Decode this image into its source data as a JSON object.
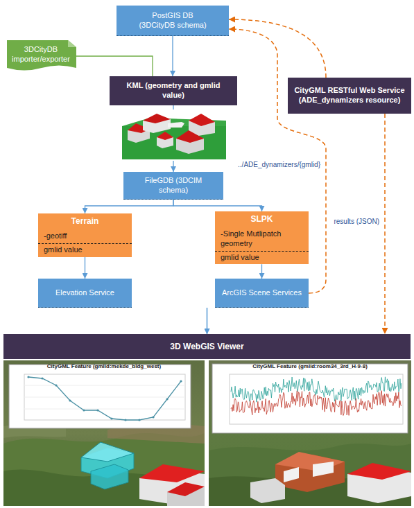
{
  "diagram": {
    "nodes": [
      {
        "text": [
          "PostGIS DB (3DCityDB schema)"
        ]
      },
      {
        "text": [
          "3DCityDB importer/exporter"
        ]
      },
      {
        "text": [
          "KML (geometry and gmlid value)"
        ]
      },
      {
        "text": [
          "CityGML RESTful Web Service (ADE_dynamizers resource)"
        ]
      },
      {
        "text": [
          "FileGDB (3DCIM schema)"
        ]
      },
      {
        "text": [
          "Terrain",
          "-geotiff",
          "gmlid value"
        ]
      },
      {
        "text": [
          "SLPK",
          "-Single Mutlipatch geometry",
          "gmlid value"
        ]
      },
      {
        "text": [
          "Elevation Service"
        ]
      },
      {
        "text": [
          "ArcGIS Scene Services"
        ]
      },
      {
        "text": [
          "3D WebGIS Viewer"
        ]
      }
    ],
    "edges": [
      {
        "from": 0,
        "to": 2,
        "arrow": "to"
      },
      {
        "from": 1,
        "to": 2,
        "arrow": "none"
      },
      {
        "from": 2,
        "to": 4,
        "arrow": "to"
      },
      {
        "from": 4,
        "to": 5,
        "arrow": "to"
      },
      {
        "from": 4,
        "to": 6,
        "arrow": "to"
      },
      {
        "from": 5,
        "to": 7,
        "arrow": "to"
      },
      {
        "from": 6,
        "to": 8,
        "arrow": "to"
      },
      {
        "from": 7,
        "to": 9,
        "arrow": "to"
      },
      {
        "from": 8,
        "to": 9,
        "arrow": "to"
      },
      {
        "from": 8,
        "to": 0,
        "arrow": "to",
        "label": "../ADE_dynamizers/{gmlid}"
      },
      {
        "from": 3,
        "to": 0,
        "arrow": "to"
      },
      {
        "from": 3,
        "to": 9,
        "arrow": "to",
        "label": "results (JSON)"
      }
    ],
    "labels": [
      "CityGML Feature (gmlid:mekde_bldg_west)",
      "CityGML Feature (gmlid:room34_3rd_H-9-8)"
    ]
  }
}
